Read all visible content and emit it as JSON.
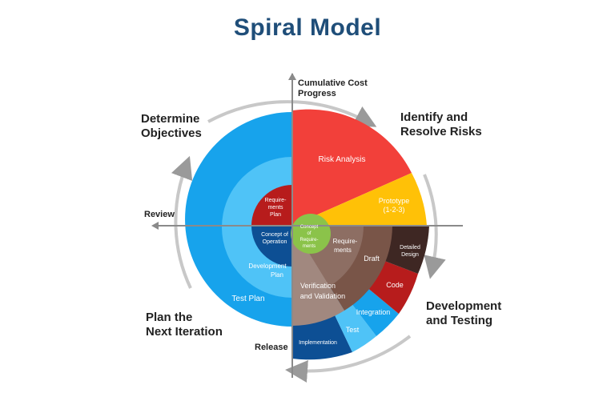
{
  "title": "Spiral Model",
  "axes": {
    "top": "Cumulative Cost Progress",
    "left": "Review",
    "bottom": "Release"
  },
  "quadrants": {
    "top_left": "Determine Objectives",
    "top_right": "Identify and Resolve Risks",
    "bottom_left": "Plan the Next Iteration",
    "bottom_right": "Development and Testing"
  },
  "segments": {
    "requirements_plan": "Requirements Plan",
    "concept_of_operation": "Concept of Operation",
    "development_plan": "Development Plan",
    "test_plan": "Test Plan",
    "risk_analysis": "Risk Analysis",
    "prototype": "Prototype (1-2-3)",
    "concept_of_requirements": "Concept of Requirements",
    "requirements": "Requirements",
    "draft": "Draft",
    "detailed_design": "Detailed Design",
    "code": "Code",
    "integration": "Integration",
    "test": "Test",
    "implementation": "Implementation",
    "verification_and_validation": "Verification and Validation"
  },
  "colors": {
    "title": "#1f4e79",
    "outer_blue": "#17a3ec",
    "mid_blue": "#4fc3f7",
    "dark_blue": "#0d4f94",
    "red": "#f2403a",
    "dark_red": "#b71c1c",
    "yellow": "#ffc107",
    "green": "#8bc34a",
    "brown_light": "#a1887f",
    "brown": "#795548",
    "brown_dark": "#4e342e",
    "dark_brown_design": "#3e2723",
    "axis": "#8a8a8a",
    "arc": "#c8c8c8"
  }
}
